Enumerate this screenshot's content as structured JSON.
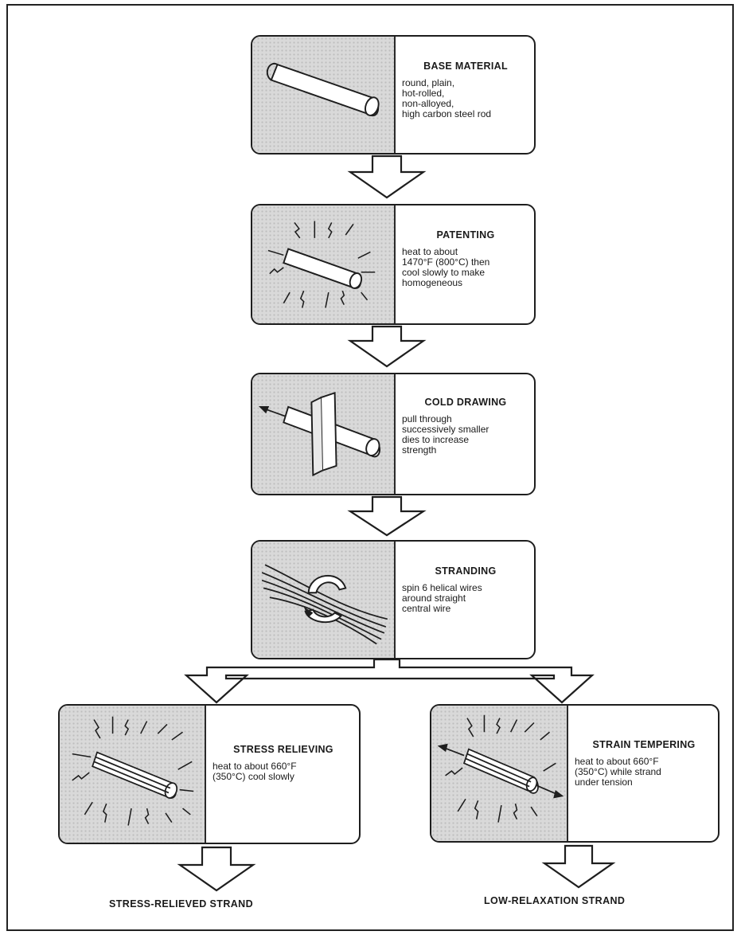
{
  "steps": [
    {
      "title": "BASE MATERIAL",
      "desc": "round, plain,\nhot-rolled,\nnon-alloyed,\nhigh carbon steel rod"
    },
    {
      "title": "PATENTING",
      "desc": "heat to about\n1470°F (800°C) then\ncool slowly to make\nhomogeneous"
    },
    {
      "title": "COLD DRAWING",
      "desc": "pull through\nsuccessively smaller\ndies to increase\nstrength"
    },
    {
      "title": "STRANDING",
      "desc": "spin 6 helical wires\naround straight\ncentral wire"
    },
    {
      "title": "STRESS RELIEVING",
      "desc": "heat to about 660°F\n(350°C) cool slowly"
    },
    {
      "title": "STRAIN TEMPERING",
      "desc": "heat to about 660°F\n(350°C) while strand\nunder tension"
    }
  ],
  "outputs": {
    "left": "STRESS-RELIEVED STRAND",
    "right": "LOW-RELAXATION STRAND"
  }
}
